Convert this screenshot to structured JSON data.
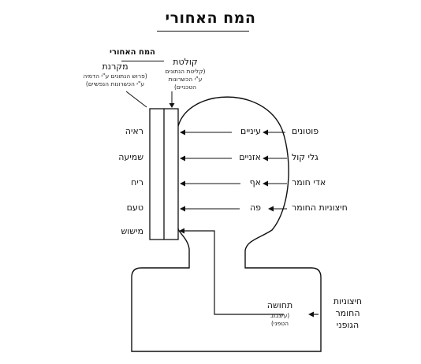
{
  "title": "המח האחורי",
  "hindbrain_label": "המח האחורי",
  "projector": {
    "label": "מקרנת",
    "note_line1": "(פרוש הנתונים ע\"י הדמיה",
    "note_line2": "ע\"י הכשרונות הנפשיים)"
  },
  "receiver": {
    "label": "קולטת",
    "note_line1": "(קליטת הנתונים",
    "note_line2": "ע\"י הכשרונות",
    "note_line3": "הטכניים)"
  },
  "senses": [
    "ראיה",
    "שמיעה",
    "ריח",
    "טעם",
    "מישוש"
  ],
  "organs": [
    "עיניים",
    "אזניים",
    "אף",
    "פה"
  ],
  "inputs": [
    "פוטונים",
    "גלי קול",
    "אדי חומר",
    "חיצוניות החומר"
  ],
  "body": {
    "sensation_label": "תחושה",
    "sensation_note_line1": "(עיצבוב",
    "sensation_note_line2": "הטפני)",
    "external_line1": "חיצוניות",
    "external_line2": "החומר",
    "external_line3": "הגופני"
  }
}
